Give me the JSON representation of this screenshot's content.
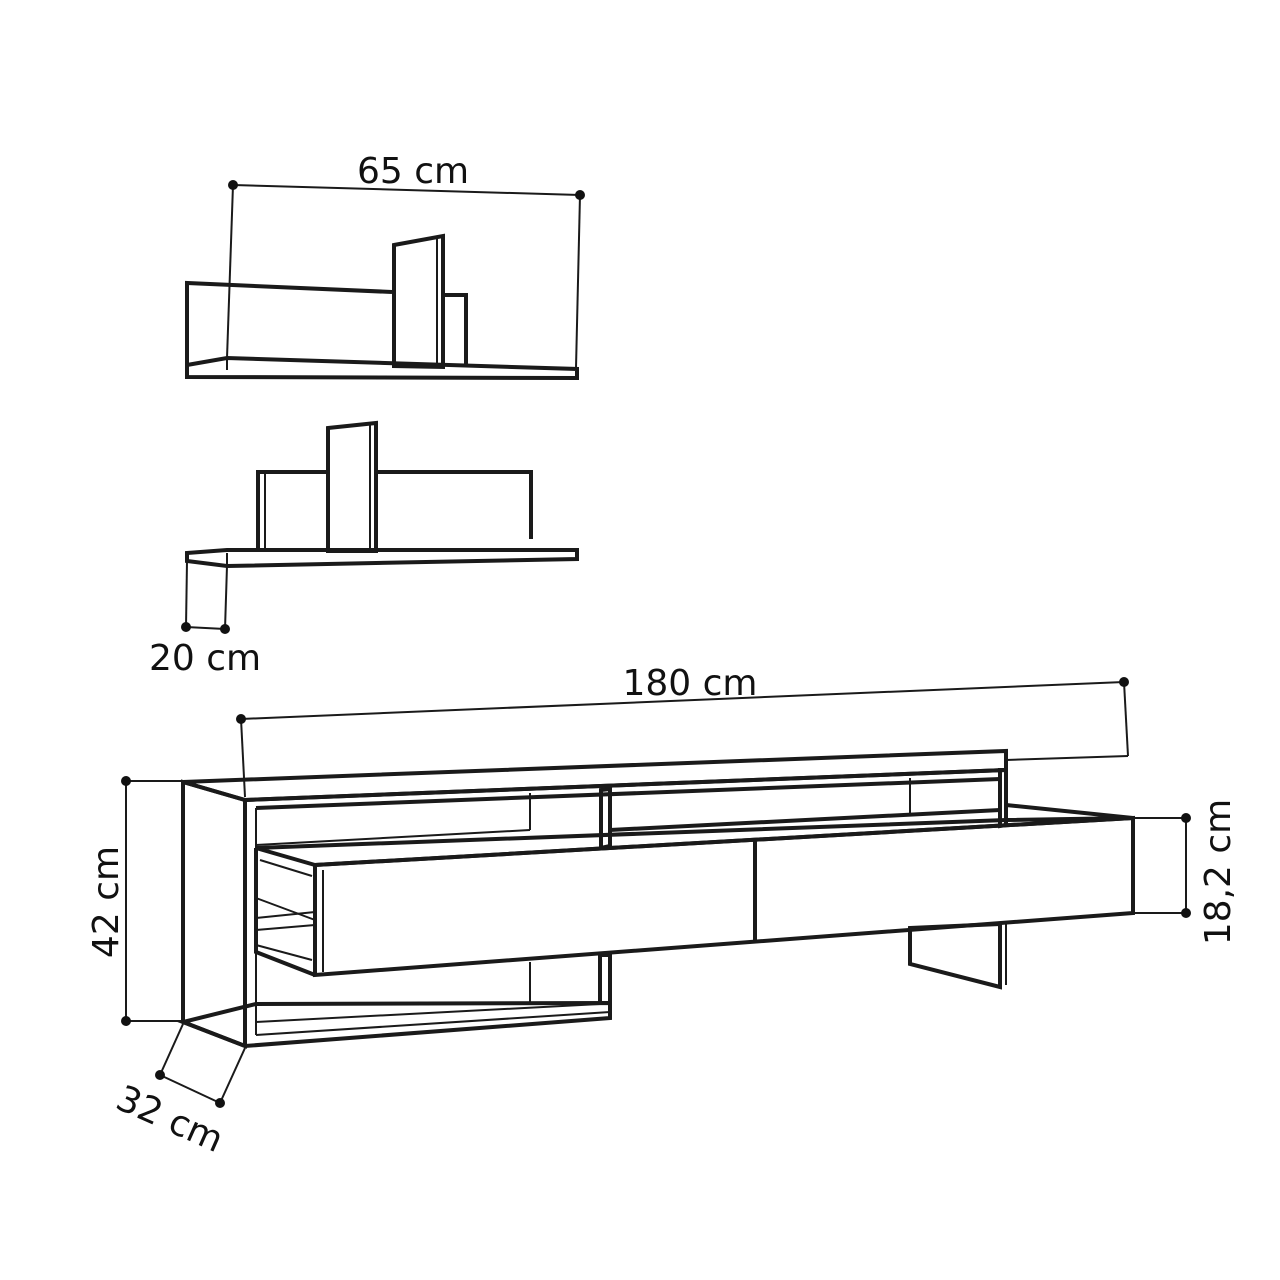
{
  "dimensions": {
    "shelf_width": "65 cm",
    "shelf_depth": "20 cm",
    "unit_width": "180 cm",
    "unit_height": "42 cm",
    "drawer_height": "18,2 cm",
    "unit_depth": "32 cm"
  },
  "colors": {
    "line": "#1a1a1a",
    "background": "#ffffff"
  }
}
